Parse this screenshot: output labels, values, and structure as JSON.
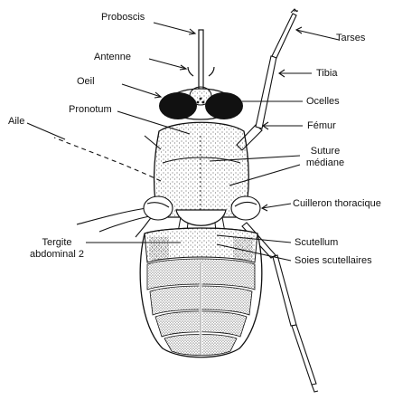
{
  "diagram": {
    "labels": {
      "proboscis": "Proboscis",
      "tarses": "Tarses",
      "antenne": "Antenne",
      "tibia": "Tibia",
      "oeil": "Oeil",
      "ocelles": "Ocelles",
      "pronotum": "Pronotum",
      "femur": "Fémur",
      "aile": "Aile",
      "suture_line1": "Suture",
      "suture_line2": "médiane",
      "cuilleron": "Cuilleron thoracique",
      "tergite_line1": "Tergite",
      "tergite_line2": "abdominal 2",
      "scutellum": "Scutellum",
      "soies": "Soies scutellaires"
    },
    "colors": {
      "ink": "#111111",
      "background": "#ffffff"
    }
  }
}
